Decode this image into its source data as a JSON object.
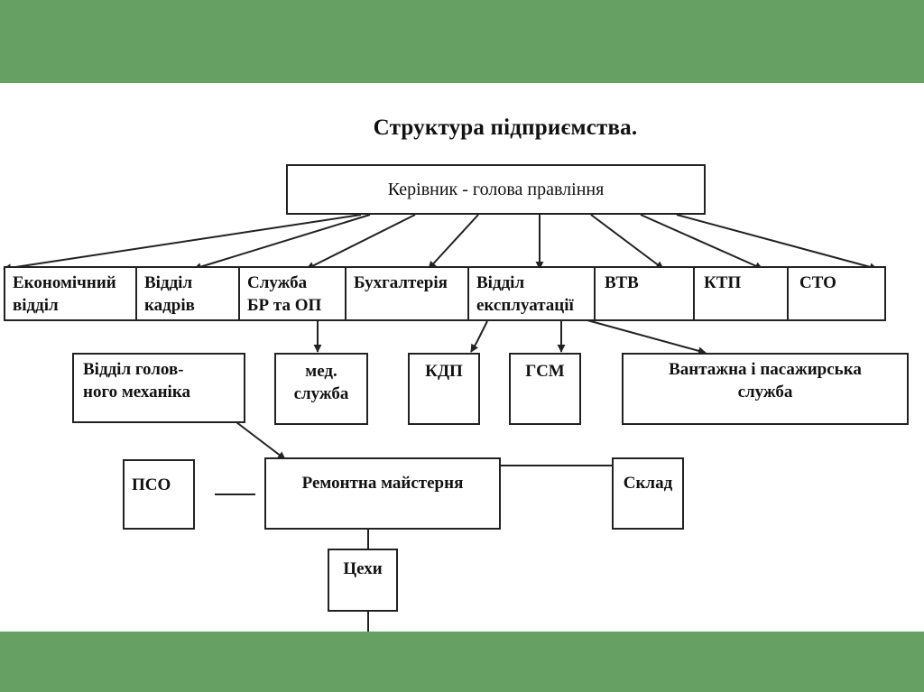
{
  "theme": {
    "band_color": "#67a063",
    "line_color": "#222222"
  },
  "title": "Структура  підприємства.",
  "root": {
    "label": "Керівник -  голова правління"
  },
  "departments": [
    {
      "key": "economic",
      "lines": [
        "Економічний",
        "відділ"
      ]
    },
    {
      "key": "personnel",
      "lines": [
        "Відділ",
        "кадрів"
      ]
    },
    {
      "key": "safety",
      "lines": [
        "Служба",
        "БР та ОП"
      ]
    },
    {
      "key": "accounting",
      "lines": [
        "Бухгалтерія"
      ]
    },
    {
      "key": "operations",
      "lines": [
        "Відділ",
        "експлуатації"
      ]
    },
    {
      "key": "vtv",
      "lines": [
        "ВТВ"
      ]
    },
    {
      "key": "ktp",
      "lines": [
        "КТП"
      ]
    },
    {
      "key": "sto",
      "lines": [
        "СТО"
      ]
    }
  ],
  "subunits": {
    "chief_mechanic": {
      "lines": [
        "Відділ голов-",
        "ного механіка"
      ]
    },
    "medical": {
      "lines": [
        "мед.",
        "служба"
      ]
    },
    "kdp": {
      "lines": [
        "КДП"
      ]
    },
    "gsm": {
      "lines": [
        "ГСМ"
      ]
    },
    "cargo": {
      "lines": [
        "Вантажна і  пасажирська",
        "служба"
      ]
    }
  },
  "workshop": {
    "pso": {
      "label": "ПСО"
    },
    "repair": {
      "label": "Ремонтна майстерня"
    },
    "warehouse": {
      "label": "Склад"
    },
    "shops": {
      "label": "Цехи"
    }
  }
}
